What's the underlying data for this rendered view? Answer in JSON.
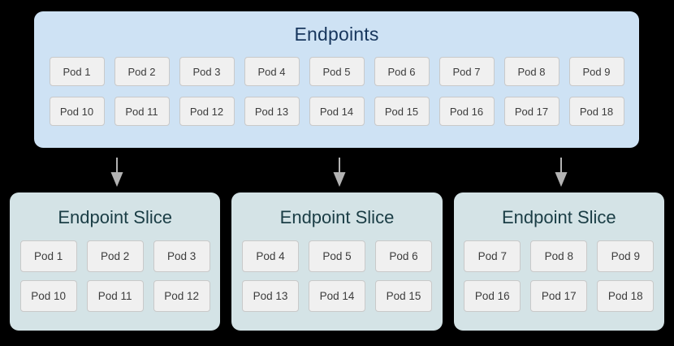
{
  "page": {
    "background_color": "#000000",
    "type": "kubernetes-endpointslice-diagram"
  },
  "endpoints": {
    "title": "Endpoints",
    "background_color": "#cee2f4",
    "title_color": "#17365d",
    "rows": [
      [
        "Pod 1",
        "Pod 2",
        "Pod 3",
        "Pod 4",
        "Pod 5",
        "Pod 6",
        "Pod 7",
        "Pod 8",
        "Pod 9"
      ],
      [
        "Pod 10",
        "Pod 11",
        "Pod 12",
        "Pod 13",
        "Pod 14",
        "Pod 15",
        "Pod 16",
        "Pod 17",
        "Pod 18"
      ]
    ]
  },
  "arrows": {
    "color": "#b3b3b3",
    "count": 3,
    "direction": "down"
  },
  "slices": {
    "background_color": "#d4e3e6",
    "title_color": "#1a3d45",
    "items": [
      {
        "title": "Endpoint Slice",
        "rows": [
          [
            "Pod 1",
            "Pod 2",
            "Pod 3"
          ],
          [
            "Pod 10",
            "Pod 11",
            "Pod 12"
          ]
        ]
      },
      {
        "title": "Endpoint Slice",
        "rows": [
          [
            "Pod 4",
            "Pod 5",
            "Pod 6"
          ],
          [
            "Pod 13",
            "Pod 14",
            "Pod 15"
          ]
        ]
      },
      {
        "title": "Endpoint Slice",
        "rows": [
          [
            "Pod 7",
            "Pod 8",
            "Pod 9"
          ],
          [
            "Pod 16",
            "Pod 17",
            "Pod 18"
          ]
        ]
      }
    ]
  },
  "pod_chip": {
    "background_color": "#f0f0f0",
    "border_color": "#c9c9c9",
    "text_color": "#3c3c3c"
  }
}
